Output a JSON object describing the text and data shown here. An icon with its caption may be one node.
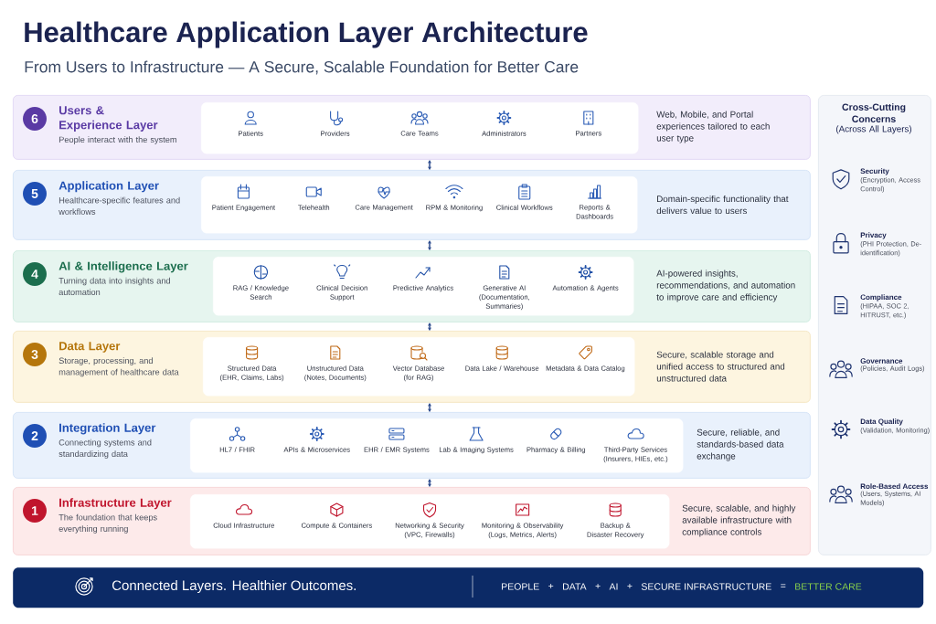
{
  "diagram": {
    "title": "Healthcare Application Layer Architecture",
    "nodes": [
      {
        "text": [
          "6",
          "Users & Experience Layer",
          "People interact with the system",
          "Web, Mobile, and Portal experiences tailored to each user type"
        ]
      },
      {
        "text": [
          "Patients",
          "Providers",
          "Care Teams",
          "Administrators",
          "Partners"
        ],
        "in": 0
      },
      {
        "text": [
          "5",
          "Application Layer",
          "Healthcare-specific features and workflows",
          "Domain-specific functionality that delivers value to users"
        ]
      },
      {
        "text": [
          "Patient Engagement",
          "Telehealth",
          "Care Management",
          "RPM & Monitoring",
          "Clinical Workflows",
          "Reports & Dashboards"
        ],
        "in": 2
      },
      {
        "text": [
          "4",
          "AI & Intelligence Layer",
          "Turning data into insights and automation",
          "AI-powered insights, recommendations, and automation to improve care and efficiency"
        ]
      },
      {
        "text": [
          "RAG / Knowledge Search",
          "Clinical Decision Support",
          "Predictive Analytics",
          "Generative AI (Documentation, Summaries)",
          "Automation & Agents"
        ],
        "in": 4
      },
      {
        "text": [
          "3",
          "Data Layer",
          "Storage, processing, and management of healthcare data",
          "Secure, scalable storage and unified access to structured and unstructured data"
        ]
      },
      {
        "text": [
          "Structured Data (EHR, Claims, Labs)",
          "Unstructured Data (Notes, Documents)",
          "Vector Database (for RAG)",
          "Data Lake / Warehouse",
          "Metadata & Data Catalog"
        ],
        "in": 6
      },
      {
        "text": [
          "2",
          "Integration Layer",
          "Connecting systems and standardizing data",
          "Secure, reliable, and standards-based data exchange"
        ]
      },
      {
        "text": [
          "HL7 / FHIR",
          "APIs & Microservices",
          "EHR / EMR Systems",
          "Lab & Imaging Systems",
          "Pharmacy & Billing",
          "Third-Party Services (Insurers, HIEs, etc.)"
        ],
        "in": 8
      },
      {
        "text": [
          "1",
          "Infrastructure Layer",
          "The foundation that keeps everything running",
          "Secure, scalable, and highly available infrastructure with compliance controls"
        ]
      },
      {
        "text": [
          "Cloud Infrastructure",
          "Compute & Containers",
          "Networking & Security (VPC, Firewalls)",
          "Monitoring & Observability (Logs, Metrics, Alerts)",
          "Backup & Disaster Recovery"
        ],
        "in": 10
      },
      {
        "text": [
          "Cross-Cutting Concerns",
          "(Across All Layers)",
          "Security",
          "(Encryption, Access Control)",
          "Privacy",
          "(PHI Protection, De-identification)",
          "Compliance",
          "(HIPAA, SOC 2, HITRUST, etc.)",
          "Governance",
          "(Policies, Audit Logs)",
          "Data Quality",
          "(Validation, Monitoring)",
          "Role-Based Access",
          "(Users, Systems, AI Models)"
        ]
      },
      {
        "text": [
          "Connected Layers. Healthier Outcomes.",
          "PEOPLE",
          "+",
          "DATA",
          "+",
          "AI",
          "+",
          "SECURE INFRASTRUCTURE",
          "=",
          "BETTER CARE"
        ]
      }
    ],
    "edges": [
      {
        "from": 0,
        "to": 2,
        "arrow": "both"
      },
      {
        "from": 2,
        "to": 4,
        "arrow": "both"
      },
      {
        "from": 4,
        "to": 6,
        "arrow": "both"
      },
      {
        "from": 6,
        "to": 8,
        "arrow": "both"
      },
      {
        "from": 8,
        "to": 10,
        "arrow": "both"
      }
    ],
    "labels": [
      "From Users to Infrastructure — A Secure, Scalable Foundation for Better Care"
    ]
  }
}
